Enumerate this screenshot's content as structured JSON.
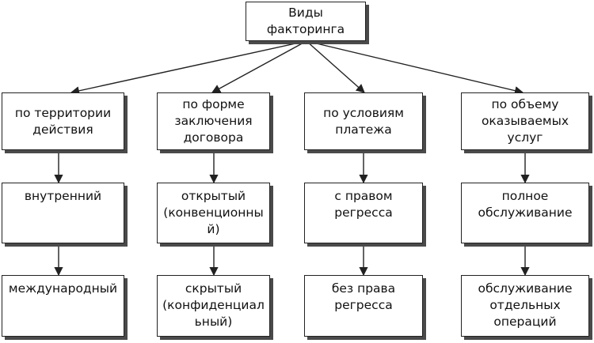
{
  "diagram": {
    "root": "Виды\nфакторинга",
    "categories": [
      {
        "label": "по территории\nдействия",
        "levels": [
          "внутренний",
          "международный"
        ]
      },
      {
        "label": "по форме\nзаключения\nдоговора",
        "levels": [
          "открытый\n(конвенционны\nй)",
          "скрытый\n(конфиденциал\nьный)"
        ]
      },
      {
        "label": "по условиям\nплатежа",
        "levels": [
          "с правом\nрегресса",
          "без права\nрегресса"
        ]
      },
      {
        "label": "по объему\nоказываемых\nуслуг",
        "levels": [
          "полное\nобслуживание",
          "обслуживание\nотдельных\nопераций"
        ]
      }
    ]
  }
}
